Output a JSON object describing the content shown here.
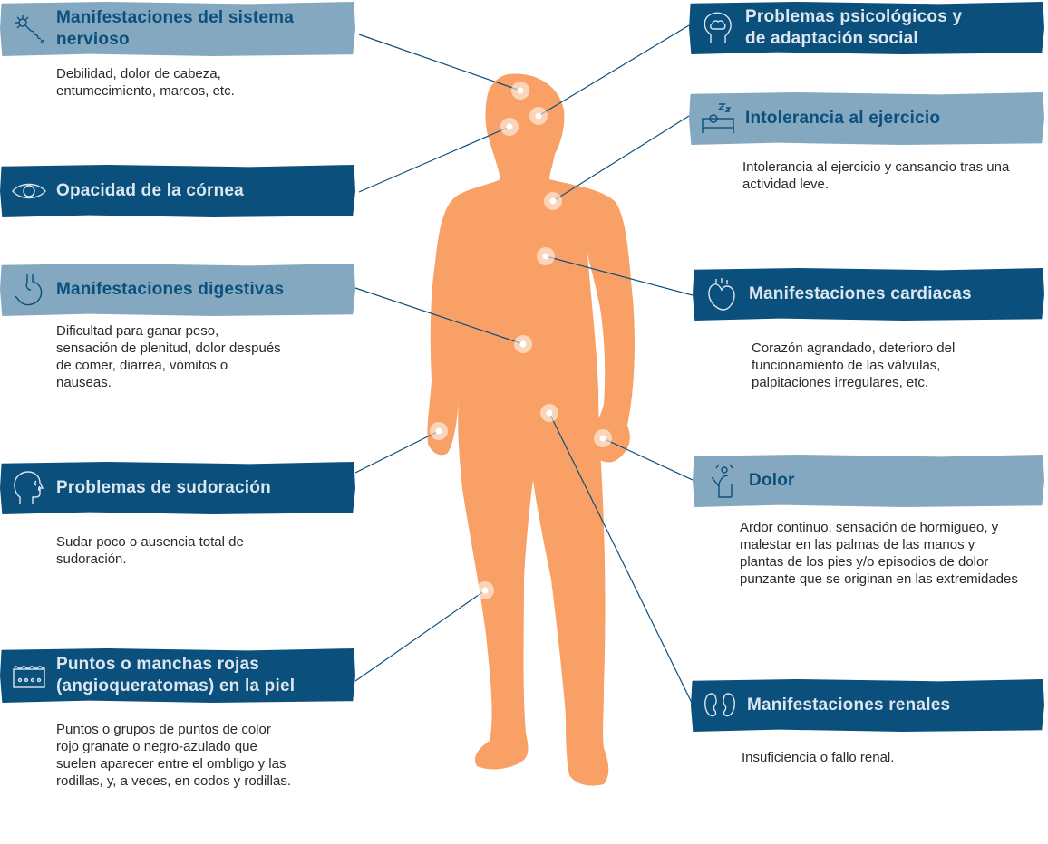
{
  "colors": {
    "figure": "#f9a066",
    "box_light": "#84a8bf",
    "box_dark": "#0b4f7d",
    "title_on_light": "#0b4f7d",
    "title_on_dark": "#dbe6ee",
    "line": "#0b4f7d",
    "text": "#2a2a2a"
  },
  "sections": {
    "nervioso": {
      "icon": "neuron-icon",
      "title": "Manifestaciones del sistema nervioso",
      "description": "Debilidad, dolor de cabeza, entumecimiento, mareos, etc."
    },
    "cornea": {
      "icon": "eye-icon",
      "title": "Opacidad de la córnea",
      "description": ""
    },
    "digestivas": {
      "icon": "stomach-icon",
      "title": "Manifestaciones digestivas",
      "description": "Dificultad para ganar peso, sensación de plenitud, dolor después de comer, diarrea, vómitos o nauseas."
    },
    "sudoracion": {
      "icon": "sweating-head-icon",
      "title": "Problemas de sudoración",
      "description": "Sudar poco o ausencia total de sudoración."
    },
    "piel": {
      "icon": "skin-layers-icon",
      "title": "Puntos o manchas rojas (angioqueratomas) en la piel",
      "description": "Puntos o grupos de puntos de color rojo granate o negro-azulado que suelen aparecer entre el ombligo y las rodillas, y, a veces, en codos y rodillas."
    },
    "psicologicos": {
      "icon": "brain-head-icon",
      "title": "Problemas psicológicos y de adaptación social",
      "description": ""
    },
    "ejercicio": {
      "icon": "sleeping-bed-icon",
      "title": "Intolerancia al ejercicio",
      "description": "Intolerancia al ejercicio y cansancio tras una actividad leve."
    },
    "cardiacas": {
      "icon": "heart-icon",
      "title": "Manifestaciones cardiacas",
      "description": "Corazón agrandado, deterioro del funcionamiento de las válvulas, palpitaciones irregulares, etc."
    },
    "dolor": {
      "icon": "pain-person-icon",
      "title": "Dolor",
      "description": "Ardor continuo, sensación de hormigueo, y malestar en las palmas de las manos y plantas de los pies y/o episodios de dolor punzante que se originan en las extremidades"
    },
    "renales": {
      "icon": "kidneys-icon",
      "title": "Manifestaciones renales",
      "description": "Insuficiencia o fallo renal."
    }
  }
}
